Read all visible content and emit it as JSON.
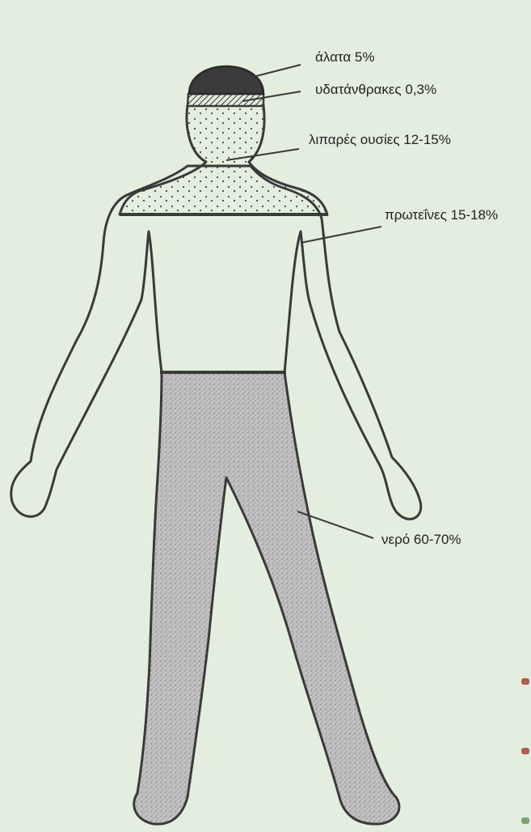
{
  "labels": {
    "salts": "άλατα 5%",
    "carbohydrates": "υδατάνθρακες 0,3%",
    "fats": "λιπαρές ουσίες 12-15%",
    "proteins": "πρωτεΐνες 15-18%",
    "water": "νερό 60-70%"
  },
  "composition": [
    {
      "component": "salts",
      "min_percent": 5,
      "max_percent": 5
    },
    {
      "component": "carbohydrates",
      "min_percent": 0.3,
      "max_percent": 0.3
    },
    {
      "component": "fats",
      "min_percent": 12,
      "max_percent": 15
    },
    {
      "component": "proteins",
      "min_percent": 15,
      "max_percent": 18
    },
    {
      "component": "water",
      "min_percent": 60,
      "max_percent": 70
    }
  ],
  "colors": {
    "background": "#e3eedf",
    "outline": "#3a3a3a",
    "salts_fill": "#3b3b3b",
    "water_fill": "#bdbdbd"
  }
}
